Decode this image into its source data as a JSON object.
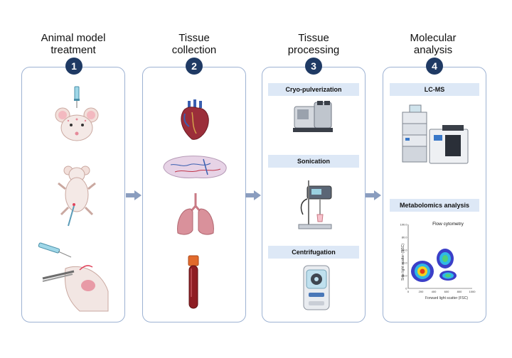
{
  "stages": [
    {
      "number": "1",
      "title": "Animal model\ntreatment"
    },
    {
      "number": "2",
      "title": "Tissue\ncollection"
    },
    {
      "number": "3",
      "title": "Tissue\nprocessing"
    },
    {
      "number": "4",
      "title": "Molecular\nanalysis"
    }
  ],
  "processing": {
    "step1": "Cryo-pulverization",
    "step2": "Sonication",
    "step3": "Centrifugation"
  },
  "analysis": {
    "step1": "LC-MS",
    "step2": "Metabolomics analysis"
  },
  "flow_plot": {
    "title": "Flow cytometry",
    "xlabel": "Forward light scatter (FSC)",
    "ylabel": "Side light scatter (SSC)",
    "xticks": [
      "0",
      "200",
      "400",
      "600",
      "800",
      "1000"
    ],
    "yticks": [
      "0",
      "20.0",
      "40.0",
      "60.0",
      "80.0",
      "100.0"
    ]
  },
  "colors": {
    "panel_border": "#9db2d3",
    "badge": "#1f3a64",
    "label_fill": "#dde8f6",
    "arrow": "#8a9dbf"
  },
  "icons": [
    "syringe-icon",
    "mouse-icon",
    "heart-icon",
    "brain-icon",
    "lungs-icon",
    "blood-tube-icon",
    "cryo-mill-icon",
    "sonicator-icon",
    "centrifuge-icon",
    "lc-ms-icon"
  ]
}
